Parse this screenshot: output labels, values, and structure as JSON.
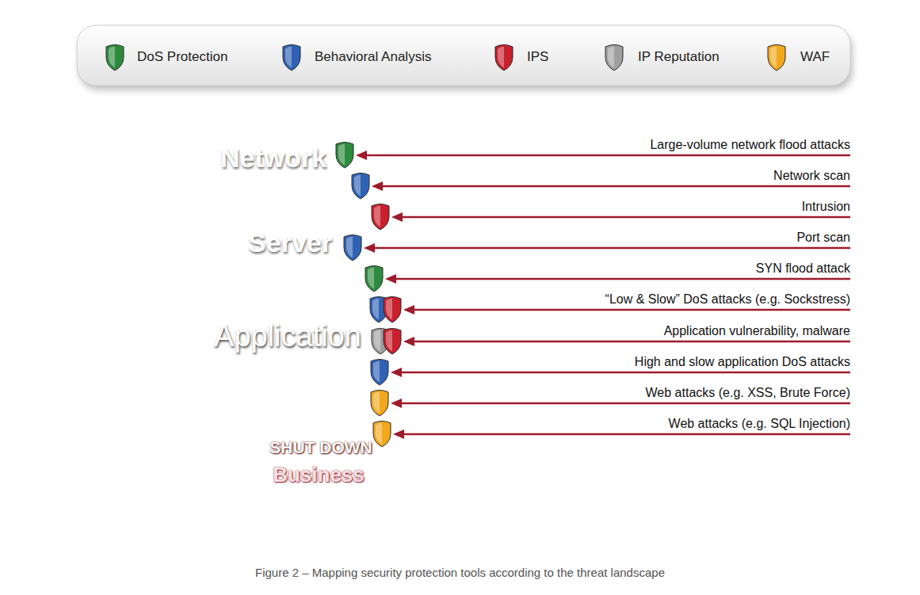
{
  "diagram": {
    "caption": "Figure 2 – Mapping security protection tools according to the threat landscape",
    "nodes": [
      {
        "text": [
          "Network"
        ]
      },
      {
        "text": [
          "Server"
        ],
        "in": 0
      },
      {
        "text": [
          "Application"
        ],
        "in": 1
      },
      {
        "text": [
          "SHUT DOWN",
          "Business"
        ],
        "in": 2
      }
    ],
    "labels": [
      "Large-volume network flood attacks",
      "Network scan",
      "Intrusion",
      "Port scan",
      "SYN flood attack",
      "“Low & Slow” DoS attacks (e.g. Sockstress)",
      "Application vulnerability, malware",
      "High and slow application DoS attacks",
      "Web attacks (e.g. XSS, Brute Force)",
      "Web attacks (e.g. SQL Injection)"
    ],
    "legend": [
      {
        "text": "DoS Protection",
        "color": "#2e8b3e"
      },
      {
        "text": "Behavioral Analysis",
        "color": "#2f62b5"
      },
      {
        "text": "IPS",
        "color": "#c8202c"
      },
      {
        "text": "IP Reputation",
        "color": "#a0a0a0"
      },
      {
        "text": "WAF",
        "color": "#f2a81d"
      }
    ]
  }
}
